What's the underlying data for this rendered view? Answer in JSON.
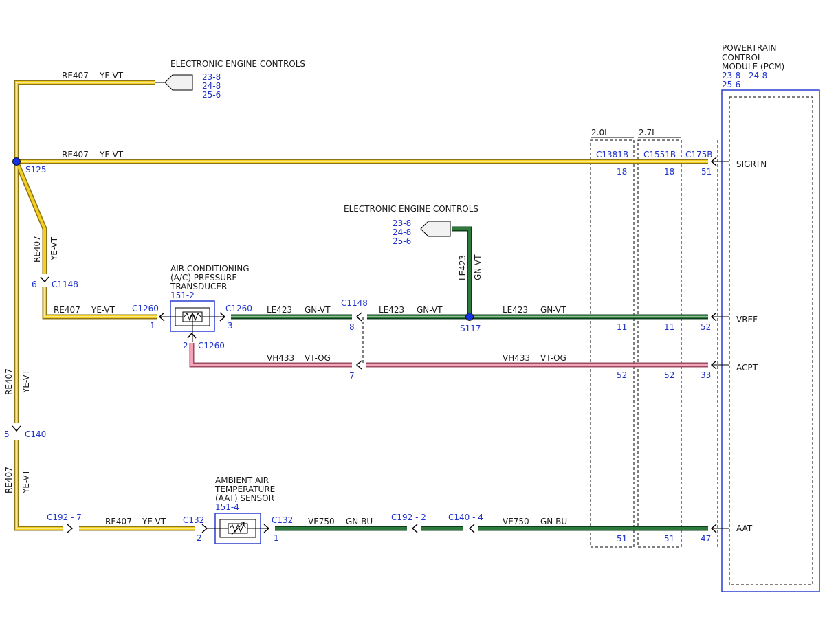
{
  "colors": {
    "label_blue": "#1f33cc",
    "wire_yellow": "#f2cf1f",
    "wire_green": "#2d7a3c",
    "wire_pink": "#f3a4b9",
    "splice_blue": "#1533e0",
    "component_outline": "#2a3fd0"
  },
  "pcm": {
    "title1": "POWERTRAIN",
    "title2": "CONTROL",
    "title3": "MODULE (PCM)",
    "ref1": "23-8",
    "ref2": "24-8",
    "ref3": "25-6",
    "pins": {
      "sigrtn": "SIGRTN",
      "vref": "VREF",
      "acpt": "ACPT",
      "aat": "AAT"
    }
  },
  "eec_top": {
    "title": "ELECTRONIC ENGINE CONTROLS",
    "ref1": "23-8",
    "ref2": "24-8",
    "ref3": "25-6",
    "circuit": "RE407",
    "color": "YE-VT"
  },
  "eec_mid": {
    "title": "ELECTRONIC ENGINE CONTROLS",
    "ref1": "23-8",
    "ref2": "24-8",
    "ref3": "25-6",
    "circuit": "LE423",
    "color": "GN-VT"
  },
  "variants": {
    "v20": "2.0L",
    "v27": "2.7L"
  },
  "connectors": {
    "c1381b": "C1381B",
    "c1551b": "C1551B",
    "c175b": "C175B",
    "c1148": "C1148",
    "c1260": "C1260",
    "c140": "C140",
    "c192_7": "C192 - 7",
    "c192_2": "C192 - 2",
    "c140_4": "C140 - 4",
    "c132": "C132"
  },
  "splices": {
    "s125": "S125",
    "s117": "S117"
  },
  "pins": {
    "p18a": "18",
    "p18b": "18",
    "p51a": "51",
    "p11a": "11",
    "p11b": "11",
    "p52a": "52",
    "p52b": "52",
    "p52c": "52",
    "p33": "33",
    "p51b": "51",
    "p51c": "51",
    "p47": "47",
    "p6": "6",
    "p5": "5",
    "p1a": "1",
    "p3": "3",
    "p2a": "2",
    "p8": "8",
    "p7": "7",
    "p2b": "2",
    "p1b": "1"
  },
  "wires": {
    "re407": "RE407",
    "yevt": "YE-VT",
    "le423": "LE423",
    "gnvt": "GN-VT",
    "vh433": "VH433",
    "vtog": "VT-OG",
    "ve750": "VE750",
    "gnbu": "GN-BU"
  },
  "ac_sensor": {
    "title1": "AIR CONDITIONING",
    "title2": "(A/C) PRESSURE",
    "title3": "TRANSDUCER",
    "ref": "151-2"
  },
  "aat_sensor": {
    "title1": "AMBIENT AIR",
    "title2": "TEMPERATURE",
    "title3": "(AAT) SENSOR",
    "ref": "151-4"
  }
}
